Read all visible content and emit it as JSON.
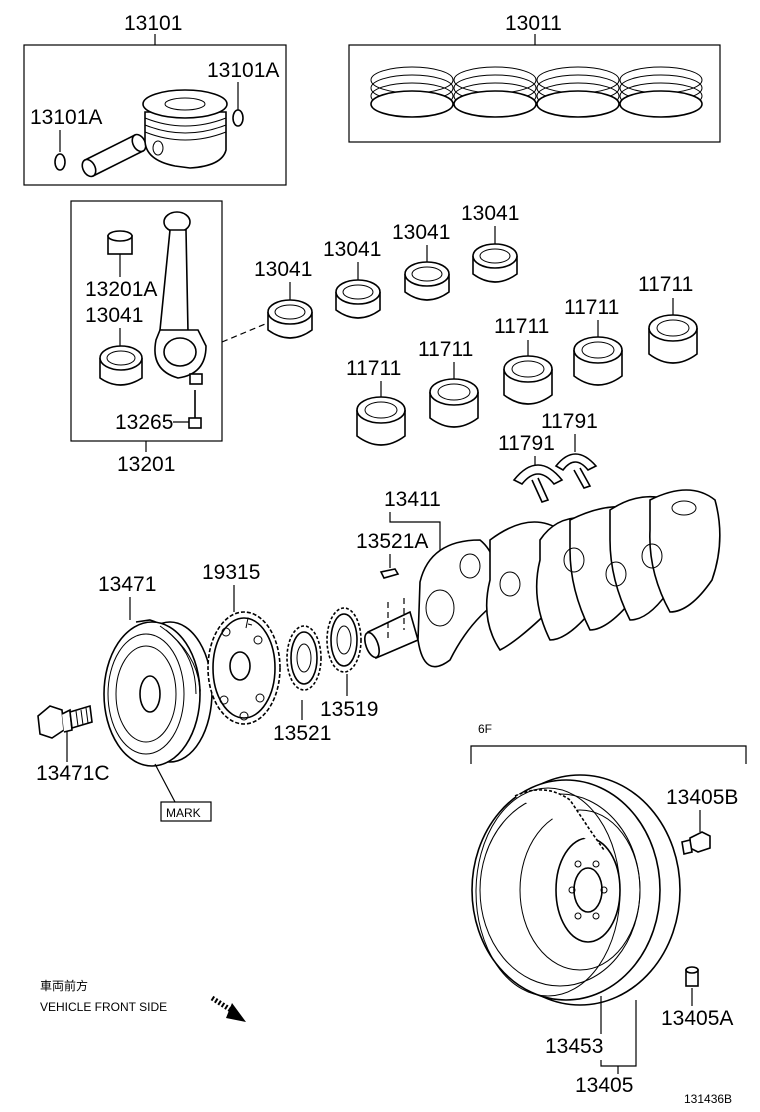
{
  "labels": {
    "piston_set": "13101",
    "snap_ring_right": "13101A",
    "snap_ring_left": "13101A",
    "ring_set": "13011",
    "conrod_bushing": "13201A",
    "conrod_bearing_in_box": "13041",
    "conrod_bolt": "13265",
    "conrod_assy": "13201",
    "conrod_bearing_1": "13041",
    "conrod_bearing_2": "13041",
    "conrod_bearing_3": "13041",
    "conrod_bearing_4": "13041",
    "main_bearing_1": "11711",
    "main_bearing_2": "11711",
    "main_bearing_3": "11711",
    "main_bearing_4": "11711",
    "main_bearing_5": "11711",
    "thrust_washer_1": "11791",
    "thrust_washer_2": "11791",
    "crankshaft": "13411",
    "crank_key": "13521A",
    "crank_pulley": "13471",
    "pulley_bolt": "13471C",
    "signal_plate": "19315",
    "crank_gear": "13521",
    "crank_sprocket": "13519",
    "flywheel_bolt": "13405B",
    "flywheel_pin": "13405A",
    "ring_gear": "13453",
    "flywheel_assy": "13405",
    "drawing_no": "131436B"
  },
  "notes": {
    "mark": "MARK",
    "transmission_code": "6F",
    "front_jp": "車両前方",
    "front_en": "VEHICLE FRONT SIDE"
  }
}
